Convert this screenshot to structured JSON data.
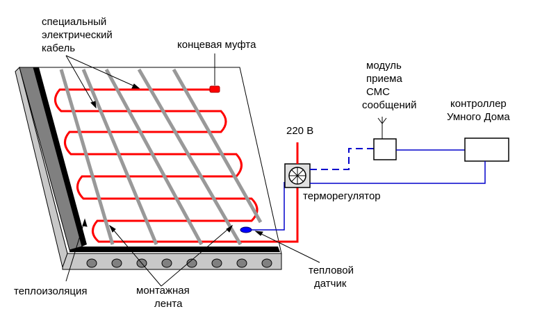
{
  "labels": {
    "cable_l1": "специальный",
    "cable_l2": "электрический",
    "cable_l3": "кабель",
    "end_coupling": "концевая муфта",
    "sms_l1": "модуль",
    "sms_l2": "приема",
    "sms_l3": "СМС",
    "sms_l4": "сообщений",
    "ctrl_l1": "контроллер",
    "ctrl_l2": "Умного Дома",
    "voltage": "220 В",
    "thermostat": "терморегулятор",
    "sensor_l1": "тепловой",
    "sensor_l2": "датчик",
    "insulation": "теплоизоляция",
    "tape_l1": "монтажная",
    "tape_l2": "лента"
  },
  "colors": {
    "heating_cable": "#ff0000",
    "signal_line": "#0000cc",
    "sensor": "#0000ff",
    "mounting_tape": "#999999",
    "slab_gray": "#c8c8c8",
    "insulation_dark": "#808080"
  }
}
